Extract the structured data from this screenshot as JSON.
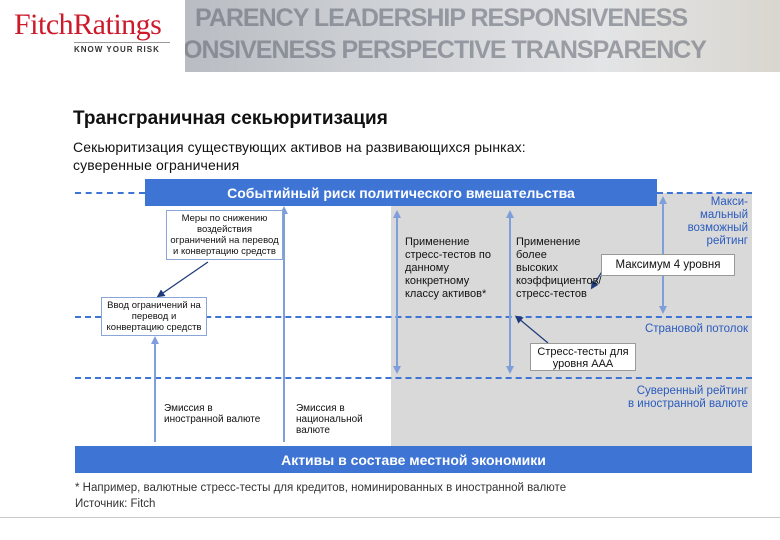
{
  "header": {
    "logo_text": "FitchRatings",
    "logo_tagline": "KNOW YOUR RISK",
    "banner_line1": "PARENCY LEADERSHIP RESPONSIVENESS",
    "banner_line2": "ONSIVENESS PERSPECTIVE TRANSPARENCY"
  },
  "title": "Трансграничная секьюритизация",
  "subtitle_line1": "Секьюритизация существующих активов на развивающихся рынках:",
  "subtitle_line2": "суверенные ограничения",
  "diagram": {
    "top_bar": "Событийный риск политического вмешательства",
    "bottom_bar": "Активы в составе местной экономики",
    "box_mitigation": "Меры по снижению воздействия ограничений на перевод и конвертацию средств",
    "box_restrictions": "Ввод ограничений на перевод и конвертацию средств",
    "text_stress_asset_class": "Применение\nстресс-тестов по\nданному\nконкретному\nклассу активов*",
    "text_higher_coefficients": "Применение\nболее\nвысоких\nкоэффициентов/\nстресс-тестов",
    "label_max_rating": "Макси-\nмальный\nвозможный\nрейтинг",
    "box_max_4": "Максимум 4 уровня",
    "label_country_ceiling": "Страновой потолок",
    "box_stress_aaa": "Стресс-тесты для уровня ААА",
    "label_sovereign_rating": "Суверенный рейтинг\nв иностранной валюте",
    "text_fx_issue": "Эмиссия в\nиностранной валюте",
    "text_local_issue": "Эмиссия в\nнациональной\nвалюте"
  },
  "footnote": "* Например, валютные стресс-тесты для кредитов, номинированных в иностранной валюте",
  "source": "Источник: Fitch",
  "colors": {
    "bar_blue": "#3e74d4",
    "dash_blue": "#3e74d4",
    "label_blue": "#2a5bbd",
    "grey_zone": "#d9d9d9",
    "logo_red": "#cc1a2b"
  }
}
